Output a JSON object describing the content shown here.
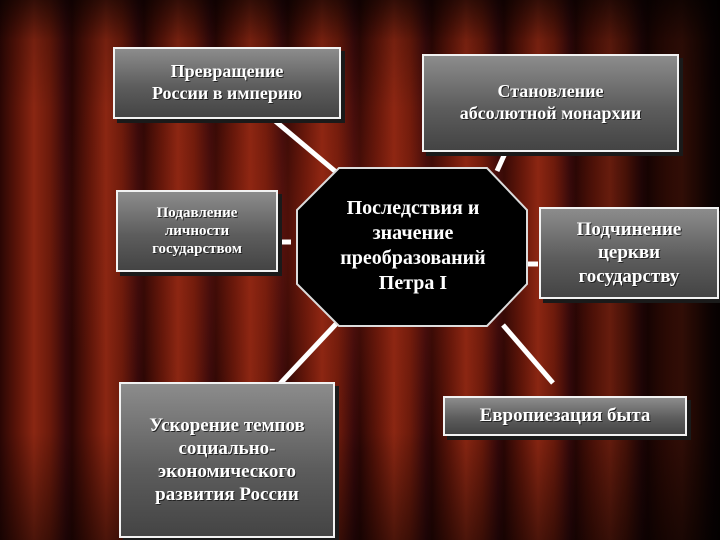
{
  "diagram": {
    "center": {
      "label": "Последствия и\nзначение\nпреобразований\nПетра I"
    },
    "nodes": [
      {
        "id": "empire",
        "label": "Превращение\nРоссии в империю"
      },
      {
        "id": "monarchy",
        "label": "Становление\nабсолютной монархии"
      },
      {
        "id": "suppression",
        "label": "Подавление\nличности\nгосударством"
      },
      {
        "id": "church",
        "label": "Подчинение\nцеркви\nгосударству"
      },
      {
        "id": "acceleration",
        "label": "Ускорение темпов\nсоциально-\nэкономического\nразвития России"
      },
      {
        "id": "europeanization",
        "label": "Европиезация быта"
      }
    ]
  },
  "colors": {
    "box_fill_top": "#8c8c8c",
    "box_fill_bottom": "#444444",
    "box_border": "#f2f2f2",
    "center_fill": "#000000",
    "connector": "#ffffff",
    "background": "#6b1a0b"
  }
}
